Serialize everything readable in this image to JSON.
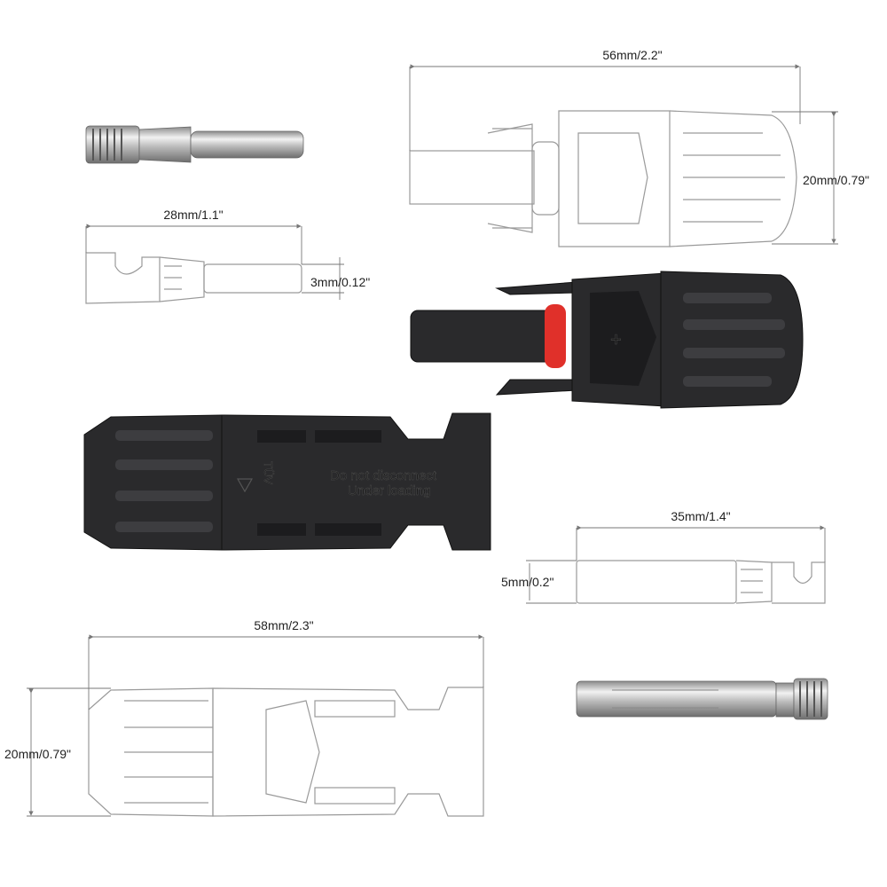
{
  "dimensions": {
    "male_length": "56mm/2.2\"",
    "male_diameter": "20mm/0.79\"",
    "male_pin_length": "28mm/1.1\"",
    "male_pin_diameter": "3mm/0.12\"",
    "female_socket_length": "35mm/1.4\"",
    "female_socket_diameter": "5mm/0.2\"",
    "female_length": "58mm/2.3\"",
    "female_diameter": "20mm/0.79\""
  },
  "connector_markings": {
    "warning_line1": "Do not disconnect",
    "warning_line2": "Under loading",
    "certification_logo": "TÜV",
    "polarity": "+"
  },
  "colors": {
    "connector_body": "#2a2a2c",
    "seal_ring": "#e0302a",
    "outline": "#9a9a9a"
  }
}
